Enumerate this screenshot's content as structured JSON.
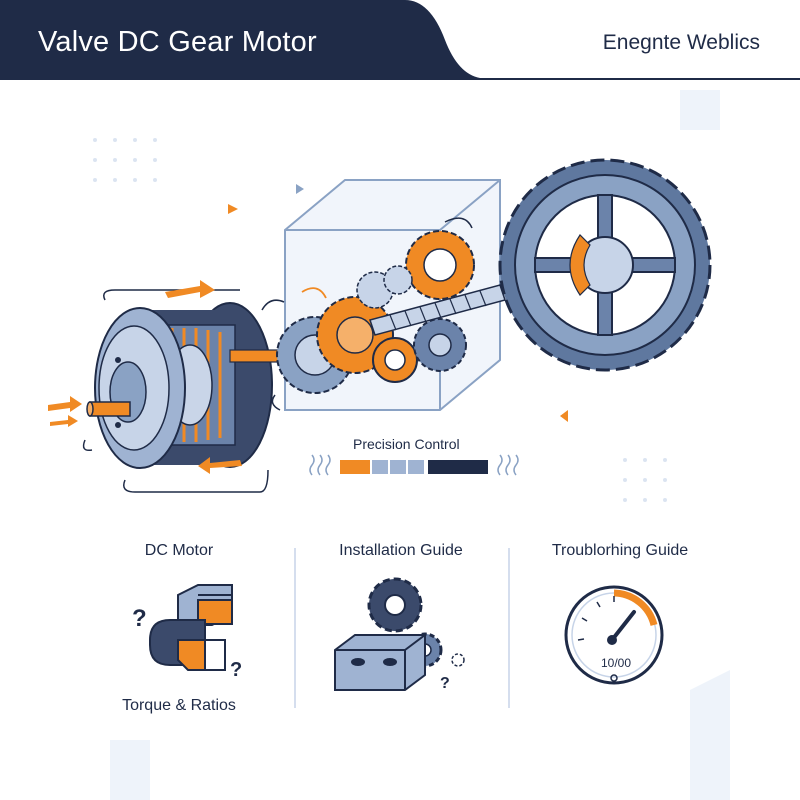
{
  "header": {
    "title": "Valve DC Gear Motor",
    "brand": "Enegnte Weblics"
  },
  "diagram": {
    "control_label": "Precision Control"
  },
  "sections": [
    {
      "title": "DC Motor",
      "caption": "Torque & Ratios",
      "icon": "block-question-icon"
    },
    {
      "title": "Installation Guide",
      "icon": "gear-bracket-icon"
    },
    {
      "title": "Troublorhing Guide",
      "reading": "10/00",
      "icon": "gauge-icon"
    }
  ],
  "colors": {
    "navy": "#1f2b47",
    "orange": "#f08a24",
    "steel": "#8aa2c4",
    "light_blue": "#e6edf7"
  }
}
